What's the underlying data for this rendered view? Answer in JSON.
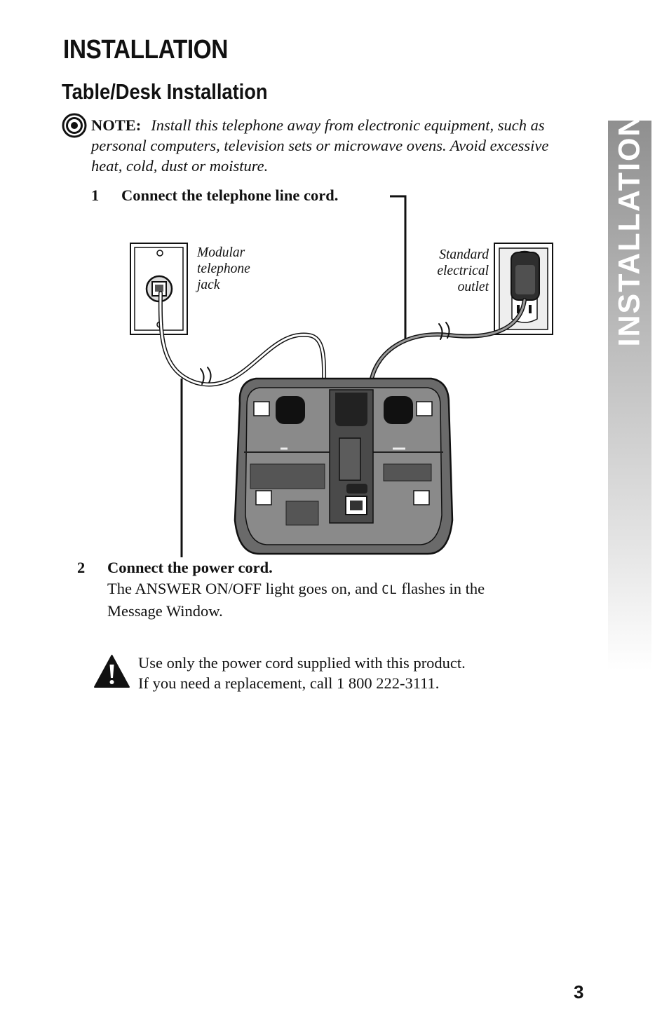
{
  "header": {
    "title": "INSTALLATION",
    "subtitle": "Table/Desk Installation"
  },
  "note": {
    "label": "NOTE:",
    "text": "Install this telephone away from electronic equipment, such as personal computers, television sets or microwave ovens. Avoid excessive heat, cold, dust or moisture."
  },
  "steps": [
    {
      "number": "1",
      "heading": "Connect the telephone line cord."
    },
    {
      "number": "2",
      "heading": "Connect the power cord.",
      "body_before": "The ANSWER ON/OFF light goes on, and ",
      "lcd": "CL",
      "body_after": " flashes in the Message Window."
    }
  ],
  "diagram": {
    "jack_label": [
      "Modular",
      "telephone",
      "jack"
    ],
    "outlet_label": [
      "Standard",
      "electrical",
      "outlet"
    ]
  },
  "warning": {
    "lines": [
      "Use only the power cord supplied with this product.",
      "If you need a replacement, call 1 800 222-3111."
    ]
  },
  "side_tab": {
    "text": "INSTALLATION"
  },
  "footer": {
    "page_number": "3"
  },
  "icons": {
    "note": "target-note-icon",
    "warning": "warning-triangle-icon"
  }
}
